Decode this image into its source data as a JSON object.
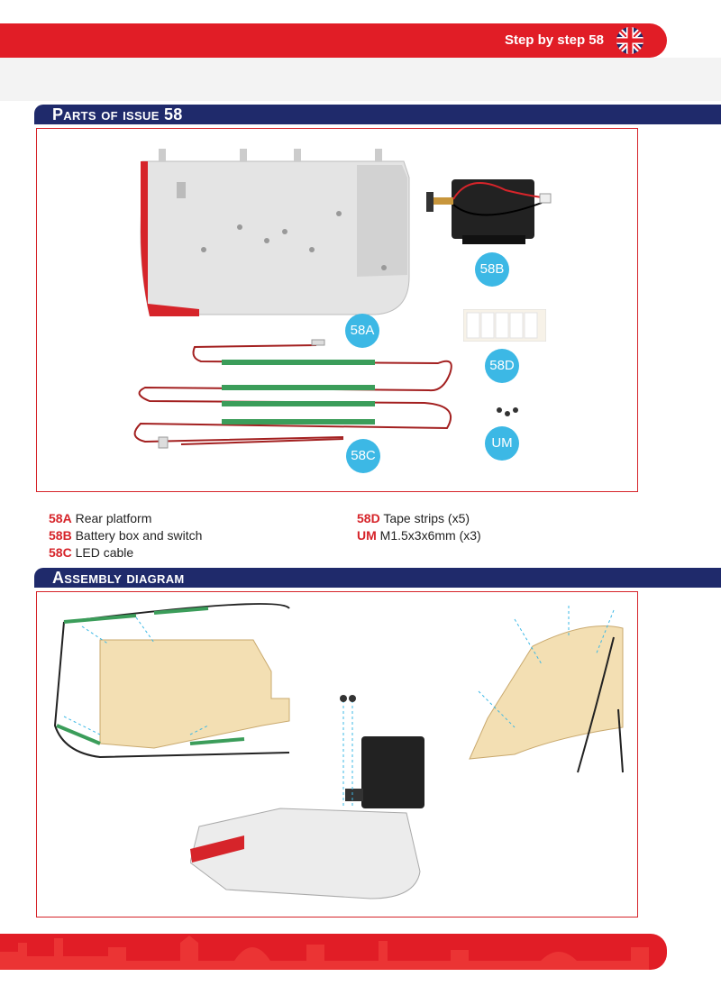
{
  "header": {
    "title": "Step by step 58"
  },
  "sections": {
    "parts": {
      "title": "Parts of issue 58"
    },
    "assembly": {
      "title": "Assembly diagram"
    }
  },
  "labels": {
    "a": "58A",
    "b": "58B",
    "c": "58C",
    "d": "58D",
    "um": "UM"
  },
  "legend": {
    "col1": [
      {
        "code": "58A",
        "text": "Rear platform"
      },
      {
        "code": "58B",
        "text": "Battery box and switch"
      },
      {
        "code": "58C",
        "text": "LED cable"
      }
    ],
    "col2": [
      {
        "code": "58D",
        "text": "Tape strips (x5)"
      },
      {
        "code": "UM",
        "text": "M1.5x3x6mm (x3)"
      }
    ]
  },
  "colors": {
    "brand_red": "#e11d26",
    "navy": "#1f2a6b",
    "bubble_blue": "#3cb8e5"
  },
  "icons": {
    "language": "uk-flag-icon"
  }
}
